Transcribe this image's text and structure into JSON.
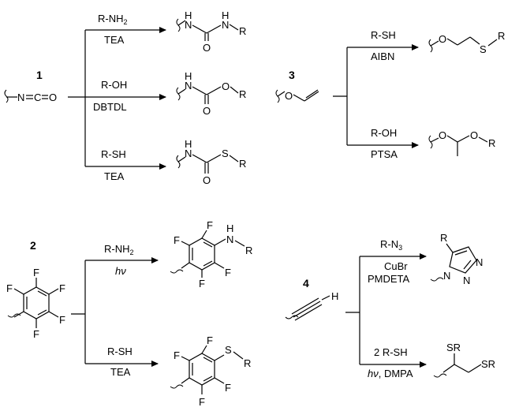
{
  "compounds": {
    "c1": {
      "number": "1",
      "atoms": [
        "N",
        "C",
        "O"
      ]
    },
    "c2": {
      "number": "2",
      "atom_F": "F"
    },
    "c3": {
      "number": "3",
      "atom_O": "O"
    },
    "c4": {
      "number": "4",
      "atom_H": "H"
    }
  },
  "scheme1": {
    "reactions": [
      {
        "reagent": "R-NH2",
        "condition": "TEA"
      },
      {
        "reagent": "R-OH",
        "condition": "DBTDL"
      },
      {
        "reagent": "R-SH",
        "condition": "TEA"
      }
    ]
  },
  "scheme2": {
    "reactions": [
      {
        "reagent": "R-NH2",
        "condition": "hν"
      },
      {
        "reagent": "R-SH",
        "condition": "TEA"
      }
    ]
  },
  "scheme3": {
    "reactions": [
      {
        "reagent": "R-SH",
        "condition": "AIBN"
      },
      {
        "reagent": "R-OH",
        "condition": "PTSA"
      }
    ]
  },
  "scheme4": {
    "reactions": [
      {
        "reagent": "R-N3",
        "conditions": [
          "CuBr",
          "PMDETA"
        ]
      },
      {
        "reagent": "2 R-SH",
        "condition": "hν, DMPA"
      }
    ]
  },
  "atoms": {
    "N": "N",
    "H": "H",
    "O": "O",
    "S": "S",
    "C": "C",
    "R": "R",
    "F": "F",
    "SR": "SR"
  }
}
